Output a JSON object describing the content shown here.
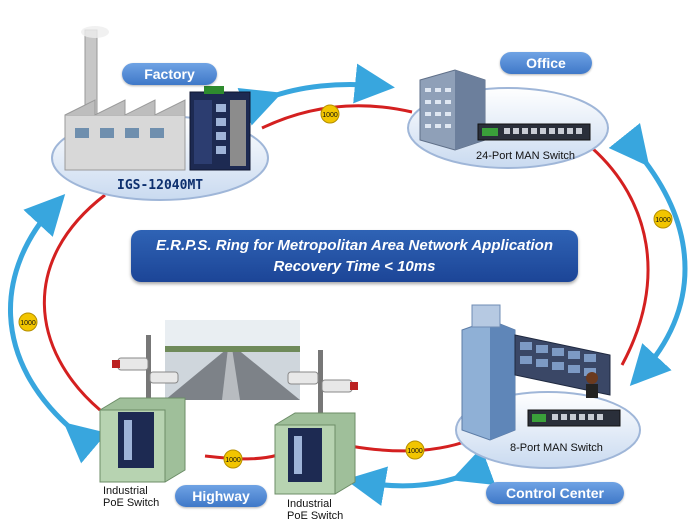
{
  "title": {
    "line1": "E.R.P.S. Ring for Metropolitan Area Network Application",
    "line2": "Recovery Time < 10ms"
  },
  "sites": {
    "factory": "Factory",
    "office": "Office",
    "highway": "Highway",
    "control_center": "Control Center"
  },
  "devices": {
    "factory_model": "IGS-12040MT",
    "office_switch": "24-Port MAN Switch",
    "control_switch": "8-Port MAN Switch",
    "highway_switch_1_line1": "Industrial",
    "highway_switch_1_line2": "PoE Switch",
    "highway_switch_2_line1": "Industrial",
    "highway_switch_2_line2": "PoE Switch"
  },
  "link_speeds": {
    "factory_office": "1000",
    "office_control": "1000",
    "control_highway": "1000",
    "highway_link": "1000",
    "highway_factory": "1000"
  },
  "colors": {
    "ring": "#d42020",
    "arrow": "#38a6de",
    "pill": "#4a82d0",
    "title_box": "#2452a4",
    "badge": "#f2c500"
  }
}
